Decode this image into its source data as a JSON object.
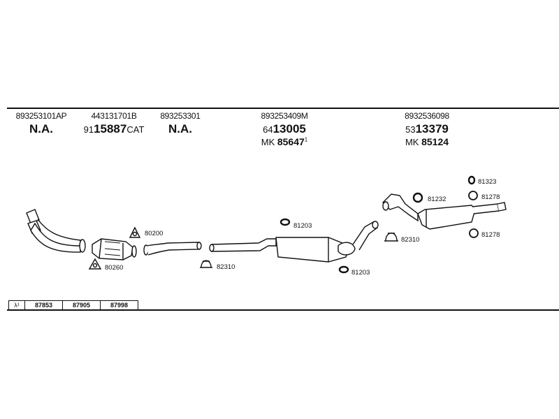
{
  "columns": [
    {
      "part": "893253101AP",
      "code": "N.A.",
      "prefix": "",
      "suffix": ""
    },
    {
      "part": "443131701B",
      "code": "15887",
      "prefix": "91",
      "suffix": "CAT"
    },
    {
      "part": "893253301",
      "code": "N.A.",
      "prefix": "",
      "suffix": ""
    },
    {
      "part": "893253409M",
      "code": "13005",
      "prefix": "64",
      "suffix": "",
      "mk_label": "MK",
      "mk_value": "85647",
      "mk_sup": "1"
    },
    {
      "part": "8932536098",
      "code": "13379",
      "prefix": "53",
      "suffix": "",
      "mk_label": "MK",
      "mk_value": "85124"
    }
  ],
  "callouts": {
    "c80200": "80200",
    "c80260": "80260",
    "c82310a": "82310",
    "c81203a": "81203",
    "c81203b": "81203",
    "c82310b": "82310",
    "c81232": "81232",
    "c81323": "81323",
    "c81278a": "81278",
    "c81278b": "81278"
  },
  "footer": {
    "symbol": "λ¹",
    "codes": [
      "87853",
      "87905",
      "87998"
    ]
  }
}
